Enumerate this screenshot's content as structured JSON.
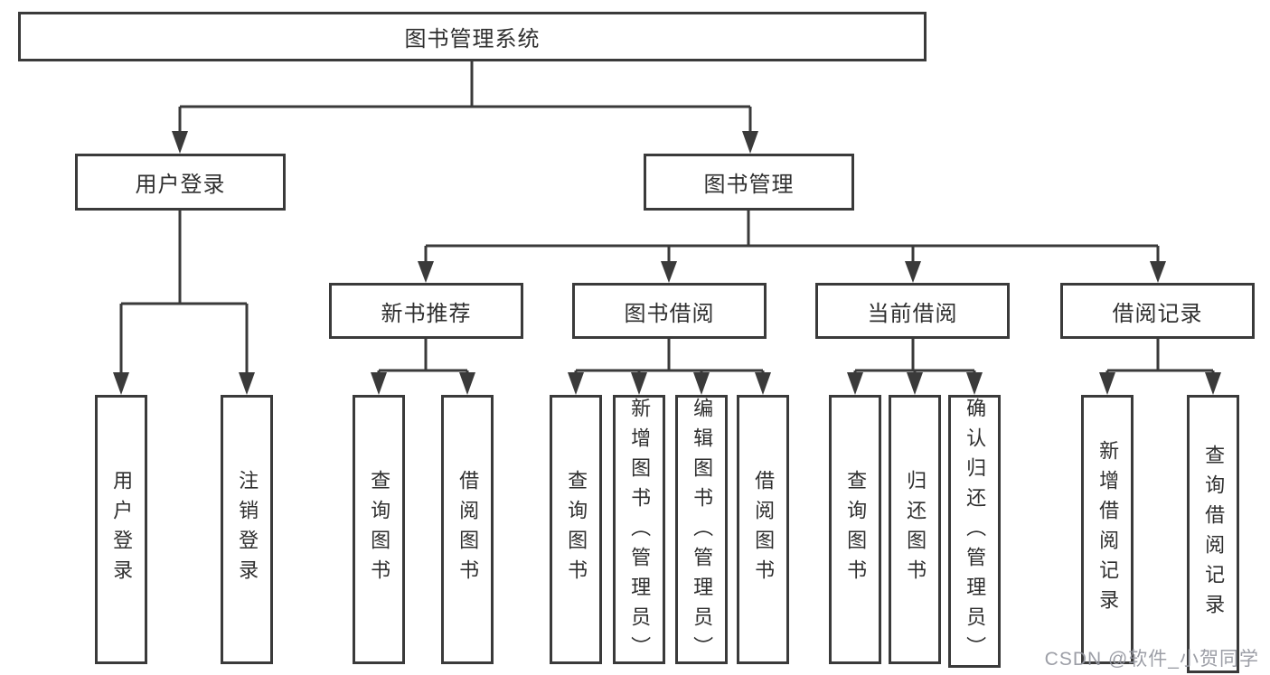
{
  "diagram": {
    "root": {
      "label": "图书管理系统",
      "children": [
        {
          "label": "用户登录",
          "children": [
            {
              "label": "用户登录"
            },
            {
              "label": "注销登录"
            }
          ]
        },
        {
          "label": "图书管理",
          "children": [
            {
              "label": "新书推荐",
              "children": [
                {
                  "label": "查询图书"
                },
                {
                  "label": "借阅图书"
                }
              ]
            },
            {
              "label": "图书借阅",
              "children": [
                {
                  "label": "查询图书"
                },
                {
                  "label": "新增图书（管理员）"
                },
                {
                  "label": "编辑图书（管理员）"
                },
                {
                  "label": "借阅图书"
                }
              ]
            },
            {
              "label": "当前借阅",
              "children": [
                {
                  "label": "查询图书"
                },
                {
                  "label": "归还图书"
                },
                {
                  "label": "确认归还（管理员）"
                }
              ]
            },
            {
              "label": "借阅记录",
              "children": [
                {
                  "label": "新增借阅记录"
                },
                {
                  "label": "查询借阅记录"
                }
              ]
            }
          ]
        }
      ]
    }
  },
  "watermark": {
    "text": "CSDN @软件_小贺同学"
  },
  "colors": {
    "line": "#3a3a3a",
    "text": "#2f2f2f",
    "watermark": "#94969e",
    "background": "#ffffff"
  }
}
